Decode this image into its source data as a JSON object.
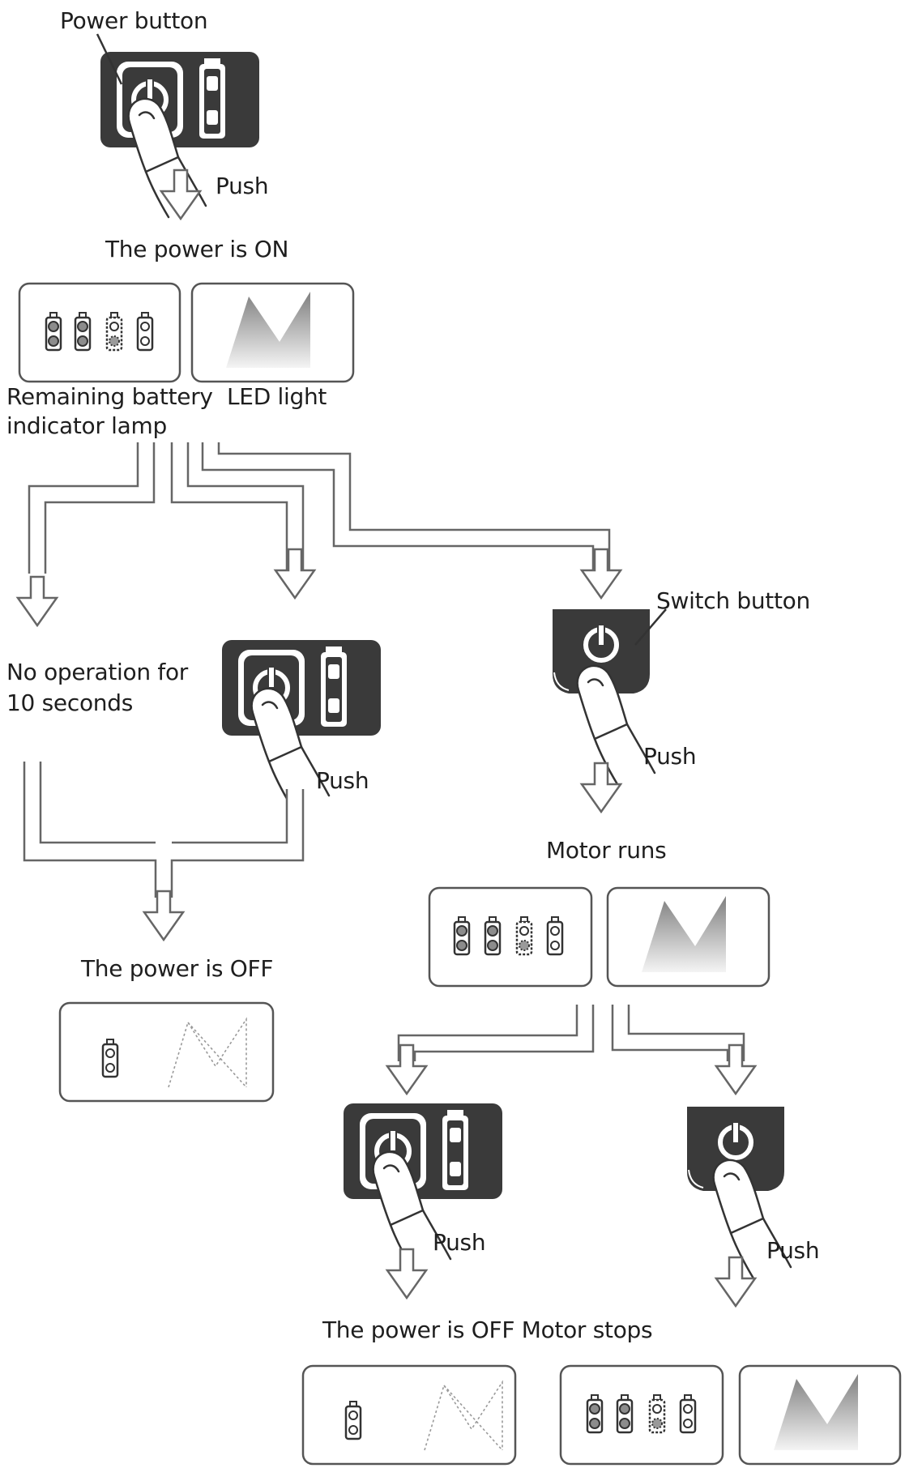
{
  "labels": {
    "power_button": "Power button",
    "push_1": "Push",
    "power_on": "The power is ON",
    "remaining_battery_line1": "Remaining battery",
    "remaining_battery_line2": "indicator lamp",
    "led_light": "LED light",
    "no_operation_line1": "No operation for",
    "no_operation_line2": "10 seconds",
    "push_2": "Push",
    "switch_button": "Switch button",
    "push_3": "Push",
    "motor_runs": "Motor runs",
    "power_off_1": "The power is OFF",
    "push_4": "Push",
    "push_5": "Push",
    "power_off_motor_stops": "The power is OFF Motor stops"
  },
  "colors": {
    "device_dark": "#3a3a3a",
    "outline": "#555555",
    "led_gradient_top": "#7f7f7f",
    "led_gradient_bottom": "#f4f4f4",
    "lamp_lit": "#8c8c8c"
  },
  "icons": [
    "power-icon",
    "battery-icon",
    "finger-icon",
    "led-light-icon",
    "battery-lamp-icon",
    "hollow-arrow-icon"
  ]
}
